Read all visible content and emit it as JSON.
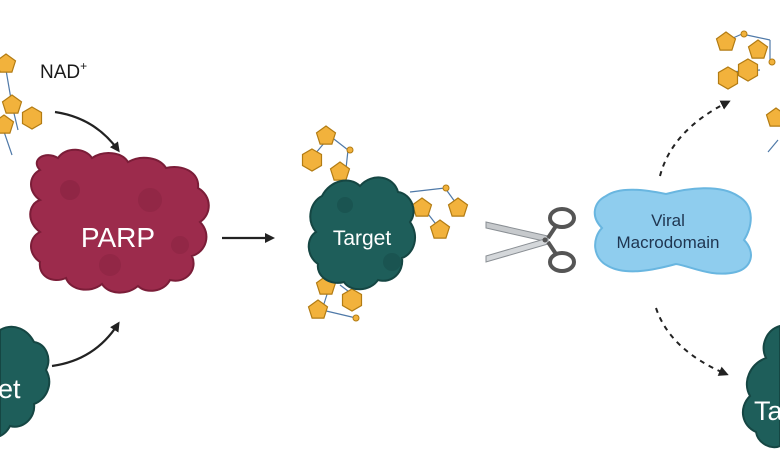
{
  "labels": {
    "nad": "NAD",
    "nad_superscript": "+",
    "parp": "PARP",
    "target_center": "Target",
    "target_left_partial": "et",
    "target_right_partial": "Ta",
    "macrodomain_line1": "Viral",
    "macrodomain_line2": "Macrodomain"
  },
  "colors": {
    "parp": "#9c2b4c",
    "parp_dark": "#7b1d38",
    "target": "#1e5e5a",
    "target_dark": "#154643",
    "macrodomain": "#8fcdee",
    "macrodomain_edge": "#69b6e0",
    "adp_ribose": "#f2b23c",
    "adp_ribose_edge": "#b37c13",
    "linker": "#4f79a8",
    "arrow": "#222222"
  },
  "icons": [
    "scissors-icon",
    "adp-ribose-icon"
  ]
}
